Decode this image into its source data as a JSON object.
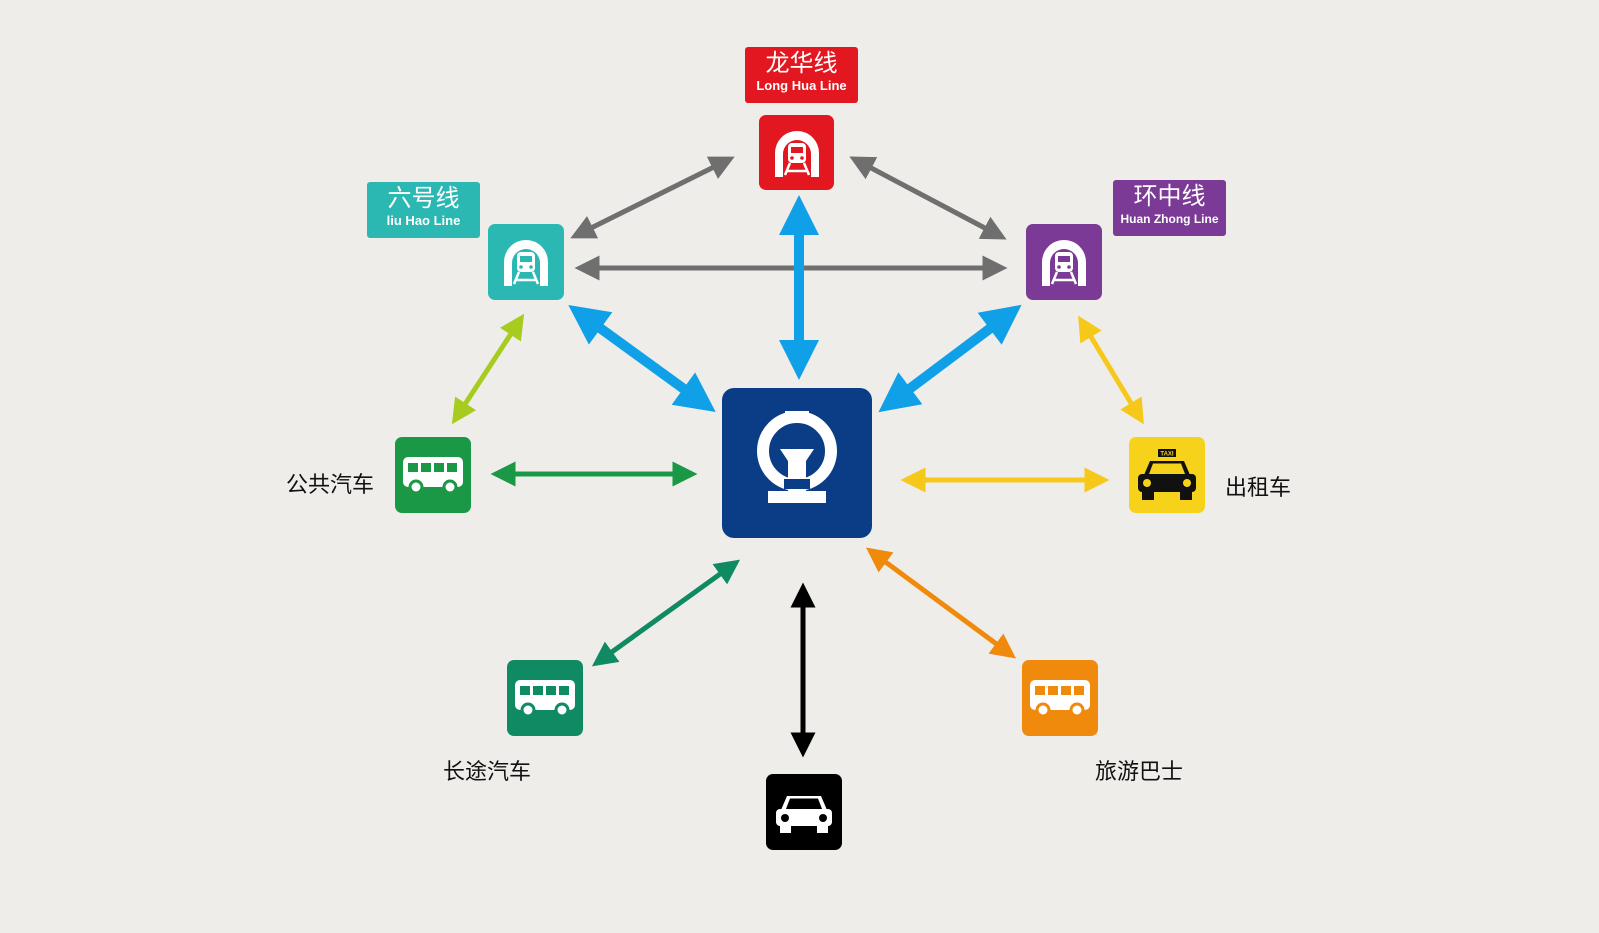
{
  "colors": {
    "background": "#efedea",
    "rail_hub": "#0b3d87",
    "longhua": "#e2171f",
    "liuhao": "#2bb8b3",
    "huanzhong": "#7b3a96",
    "bus": "#1a9846",
    "coach": "#0f8a62",
    "taxi": "#f6d31a",
    "tour_bus": "#ef8a0c",
    "car": "#000000",
    "metro_link_arrow": "#6f6f6f",
    "hub_metro_arrow": "#10a0e8",
    "bus_arrow": "#1a9846",
    "liuhao_bus_arrow": "#a7cc1f",
    "taxi_arrow": "#f6c81a",
    "coach_arrow": "#0f8a62",
    "tour_arrow": "#ef8a0c",
    "car_arrow": "#000000"
  },
  "nodes": {
    "hub": {
      "icon": "china-railway-logo-icon"
    },
    "longhua": {
      "name_zh": "龙华线",
      "name_en": "Long Hua Line",
      "icon": "metro-train-icon"
    },
    "liuhao": {
      "name_zh": "六号线",
      "name_en": "liu Hao Line",
      "icon": "metro-train-icon"
    },
    "huanzhong": {
      "name_zh": "环中线",
      "name_en": "Huan Zhong Line",
      "icon": "metro-train-icon"
    },
    "bus": {
      "label": "公共汽车",
      "icon": "bus-icon"
    },
    "taxi": {
      "label": "出租车",
      "icon": "taxi-icon",
      "sign": "TAXI"
    },
    "coach": {
      "label": "长途汽车",
      "icon": "bus-icon"
    },
    "tour_bus": {
      "label": "旅游巴士",
      "icon": "bus-icon"
    },
    "car": {
      "icon": "car-icon"
    }
  }
}
